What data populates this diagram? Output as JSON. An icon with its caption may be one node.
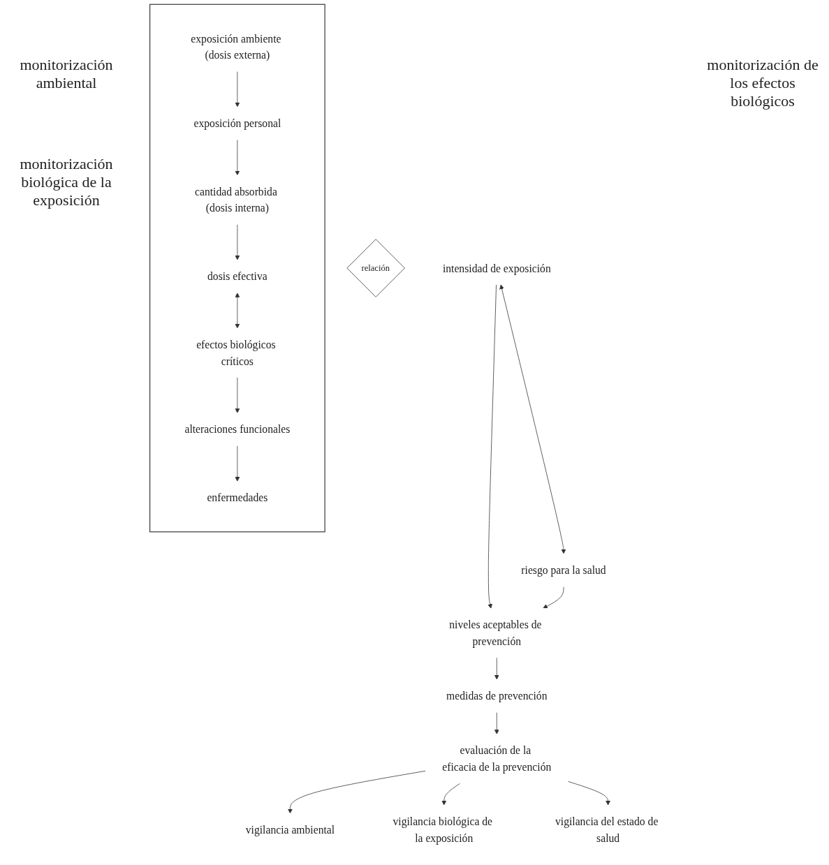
{
  "diagram": {
    "nodes": [
      {
        "text": [],
        "shape": "box"
      },
      {
        "text": [
          "exposición ambiente (dosis externa)"
        ],
        "in": 0
      },
      {
        "text": [
          "enfermedades"
        ],
        "in": 0
      },
      {
        "text": [
          "exposición personal"
        ],
        "in": 0
      },
      {
        "text": [
          "alteraciones funcionales"
        ],
        "in": 0
      },
      {
        "text": [
          "cantidad absorbida (dosis interna)"
        ],
        "in": 0
      },
      {
        "text": [
          "dosis efectiva"
        ],
        "in": 0
      },
      {
        "text": [
          "efectos biológicos críticos"
        ],
        "in": 0
      },
      {
        "text": [
          "relación"
        ]
      },
      {
        "text": [
          "intensidad de exposición"
        ]
      },
      {
        "text": [
          "riesgo para la salud"
        ]
      },
      {
        "text": [
          "niveles aceptables de prevención"
        ]
      },
      {
        "text": [
          "medidas de prevención"
        ]
      },
      {
        "text": [
          "evaluación de la eficacia de la prevención"
        ]
      },
      {
        "text": [
          "vigilancia ambiental"
        ]
      },
      {
        "text": [
          "vigilancia biológica de la exposición"
        ]
      },
      {
        "text": [
          "vigilancia del estado de salud"
        ]
      }
    ],
    "edges": [
      {
        "from": 1,
        "to": 3,
        "arrow": "to"
      },
      {
        "from": 3,
        "to": 5,
        "arrow": "to"
      },
      {
        "from": 5,
        "to": 6,
        "arrow": "to"
      },
      {
        "from": 6,
        "to": 7,
        "arrow": "both"
      },
      {
        "from": 7,
        "to": 4,
        "arrow": "to"
      },
      {
        "from": 4,
        "to": 2,
        "arrow": "to"
      },
      {
        "from": 9,
        "to": 10,
        "arrow": "both"
      },
      {
        "from": 9,
        "to": 11,
        "arrow": "to"
      },
      {
        "from": 10,
        "to": 11,
        "arrow": "to"
      },
      {
        "from": 11,
        "to": 12,
        "arrow": "to"
      },
      {
        "from": 12,
        "to": 13,
        "arrow": "to"
      },
      {
        "from": 13,
        "to": 14,
        "arrow": "to"
      },
      {
        "from": 13,
        "to": 15,
        "arrow": "to"
      },
      {
        "from": 13,
        "to": 16,
        "arrow": "to"
      }
    ],
    "labels": [
      "monitorización ambiental",
      "monitorización biológica de la exposición",
      "monitorización de los efectos biológicos"
    ]
  }
}
